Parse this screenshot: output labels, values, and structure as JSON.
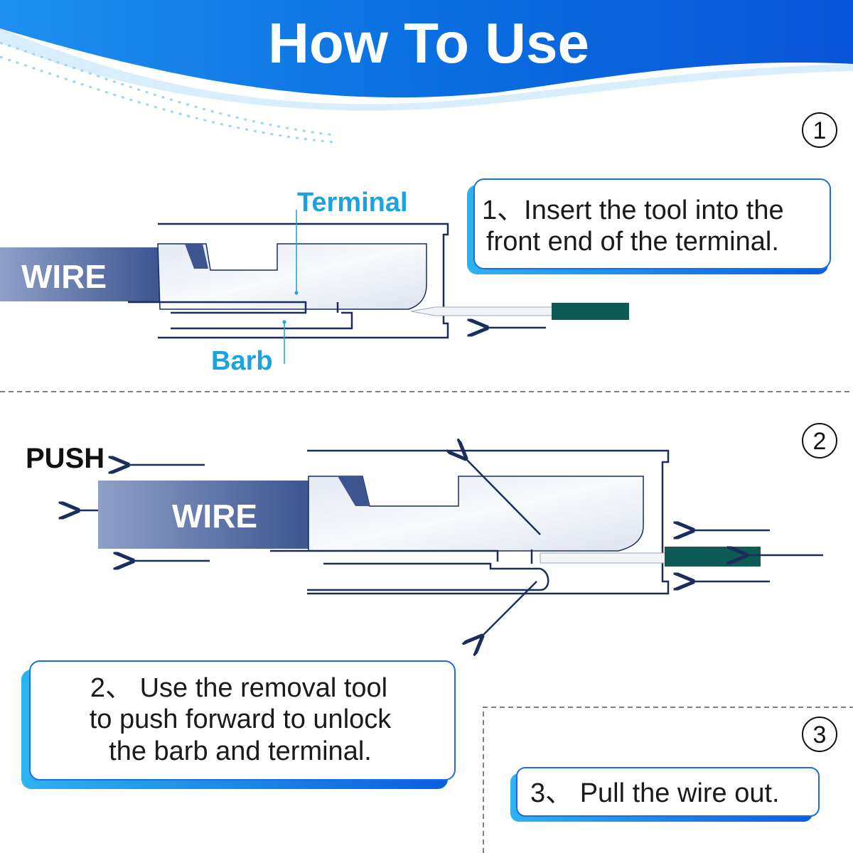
{
  "header": {
    "title": "How To Use"
  },
  "steps": [
    {
      "number": "1",
      "lines": [
        "1、Insert the tool into the",
        "front end of the terminal."
      ]
    },
    {
      "number": "2",
      "lines": [
        "2、 Use the removal tool",
        "to push forward to unlock",
        "the barb and terminal."
      ]
    },
    {
      "number": "3",
      "lines": [
        "3、  Pull the wire out."
      ]
    }
  ],
  "diagram1": {
    "wire_label": "WIRE",
    "terminal_label": "Terminal",
    "barb_label": "Barb"
  },
  "diagram2": {
    "wire_label": "WIRE",
    "push_label": "PUSH"
  },
  "colors": {
    "accent_blue": "#1aa3e0",
    "header_blue": "#0a6fe0",
    "tool_green": "#0e5a55",
    "outline": "#1b2d5a"
  }
}
